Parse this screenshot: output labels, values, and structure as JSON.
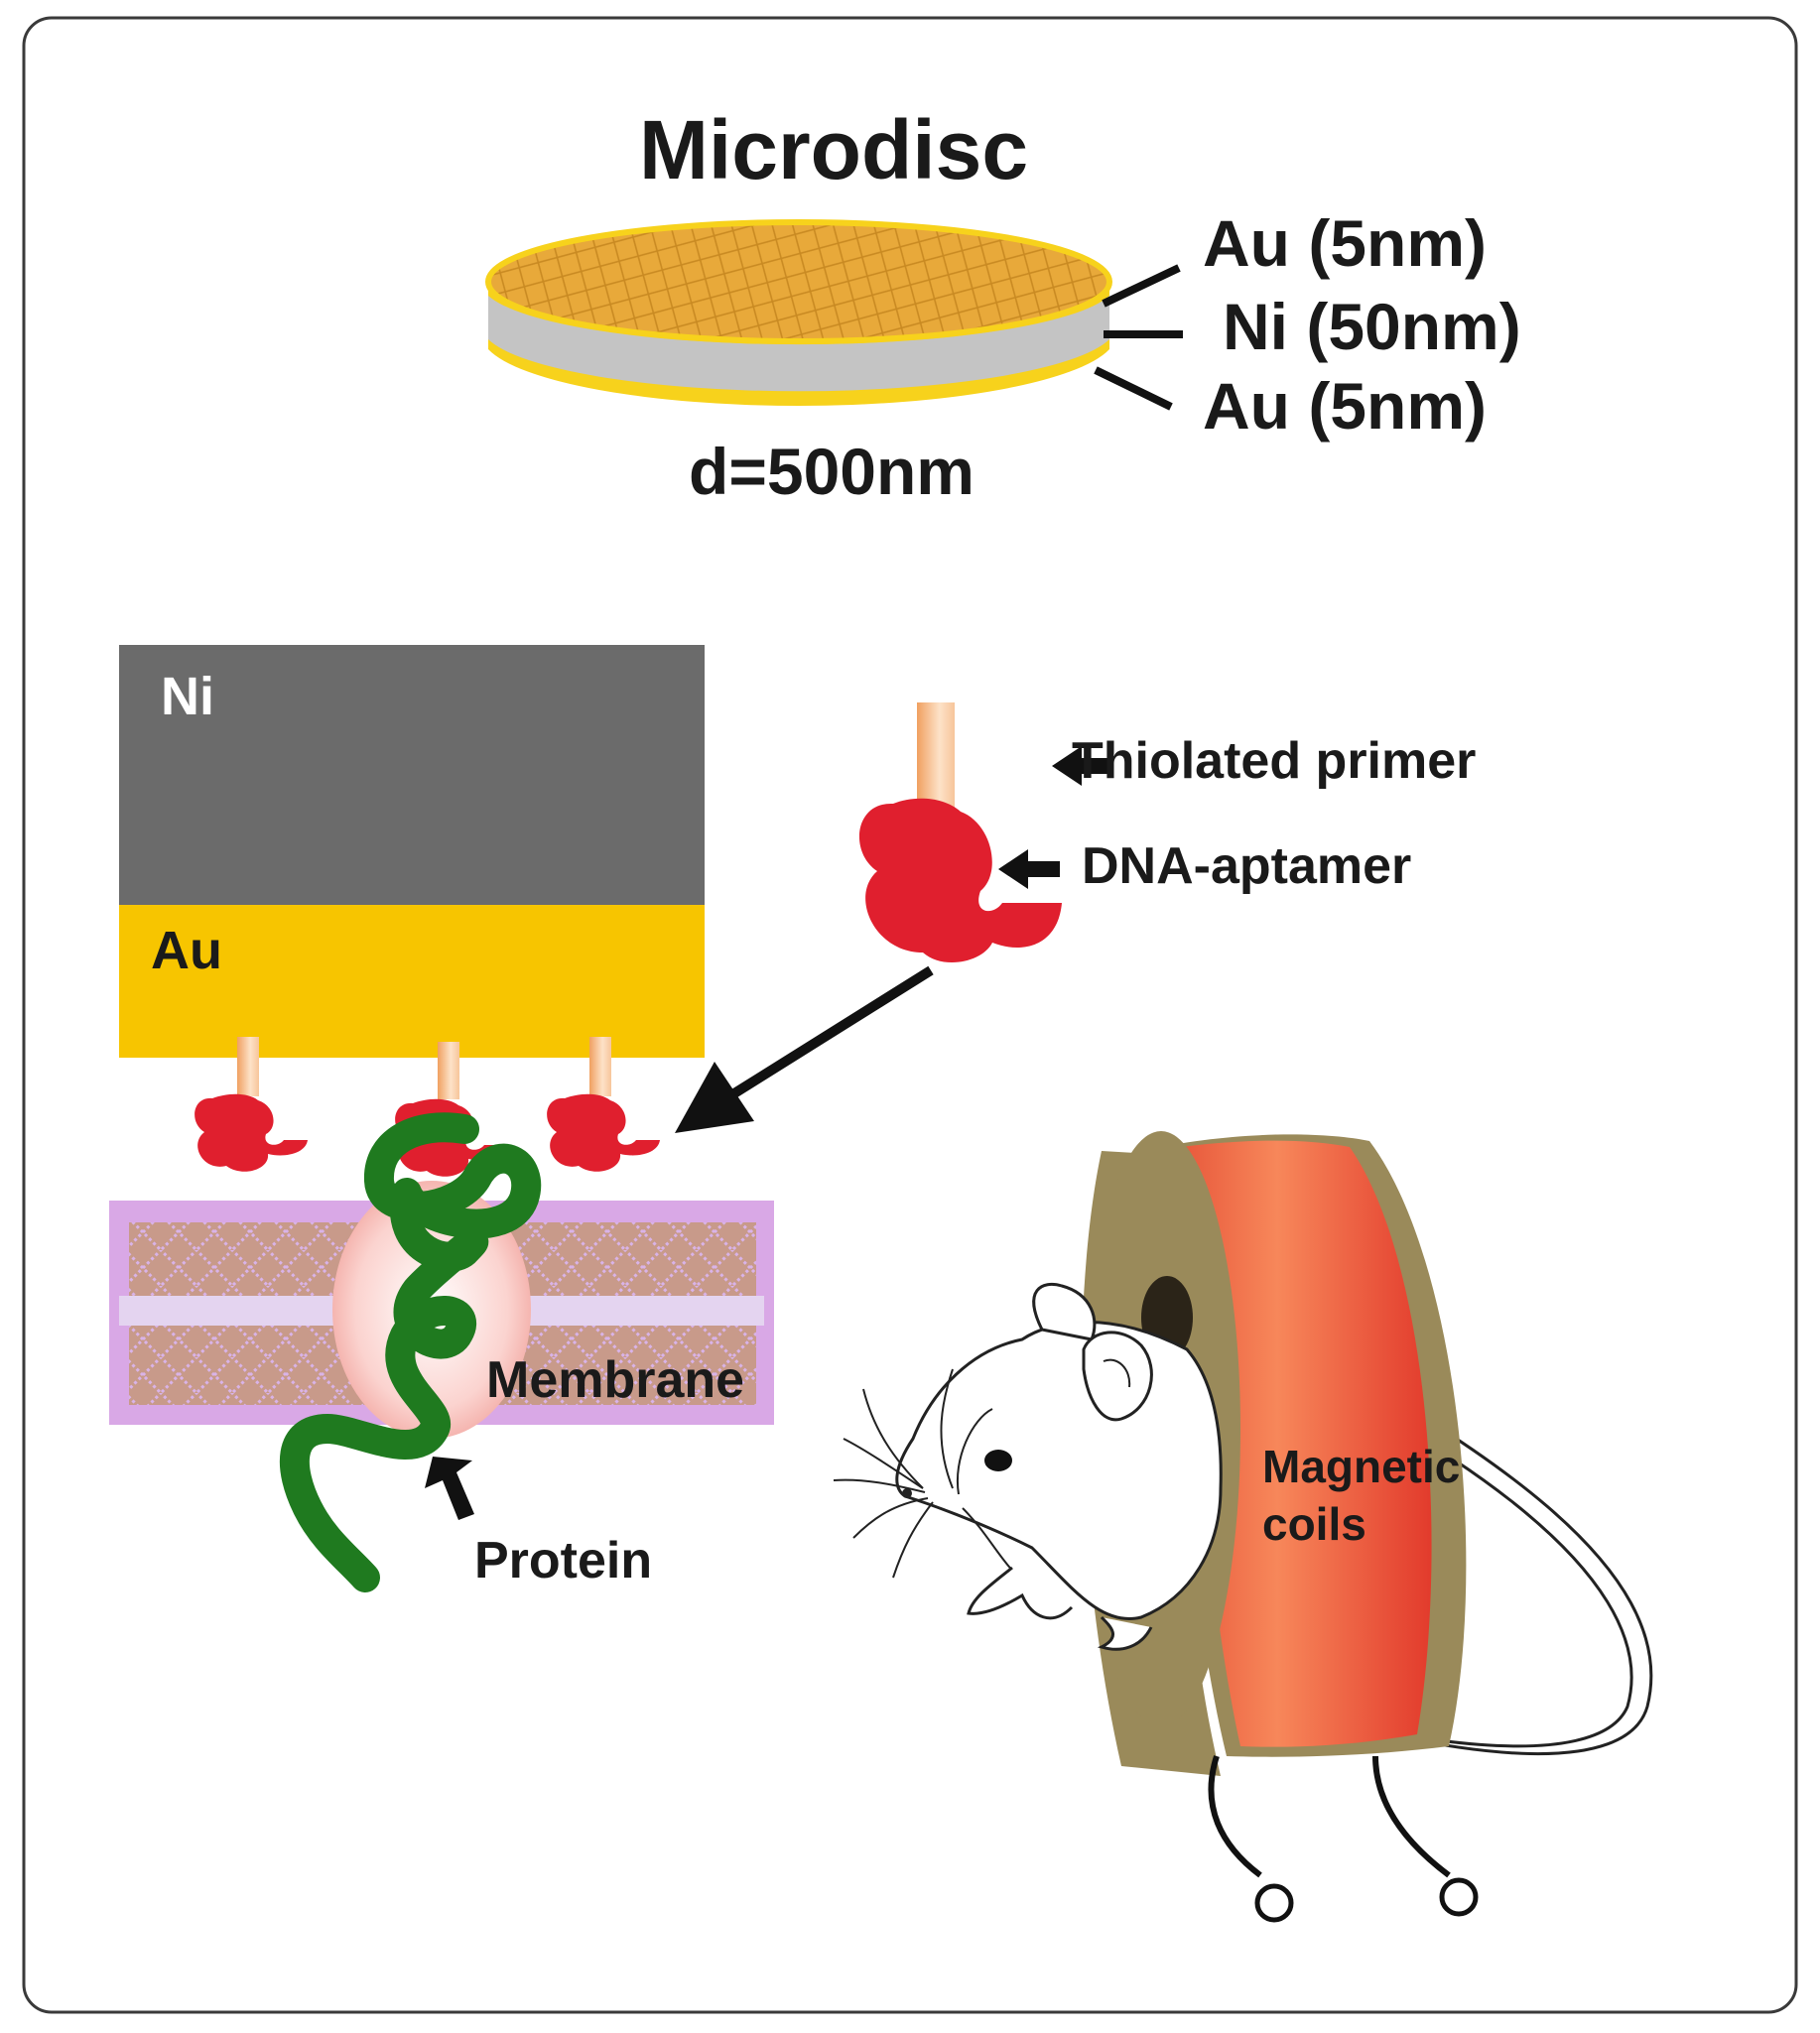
{
  "microdisc": {
    "title": "Microdisc",
    "layers": [
      "Au (5nm)",
      "Ni (50nm)",
      "Au (5nm)"
    ],
    "diameter": "d=500nm"
  },
  "stack": {
    "ni_label": "Ni",
    "au_label": "Au"
  },
  "aptamer": {
    "primer_label": "Thiolated primer",
    "aptamer_label": "DNA-aptamer"
  },
  "membrane": {
    "label": "Membrane"
  },
  "protein": {
    "label": "Protein"
  },
  "coils": {
    "label_line1": "Magnetic",
    "label_line2": "coils"
  },
  "colors": {
    "gold": "#f7c500",
    "disc_top": "#e8a93a",
    "nickel": "#6b6b6b",
    "disc_nickel": "#c4c4c4",
    "aptamer_red": "#e01f2e",
    "primer": "#f5b27a",
    "protein_green": "#1f7a1f",
    "membrane_purple": "#d9a8e6",
    "membrane_core": "#c89a8a",
    "coil_red": "#ee5a3c",
    "coil_rim": "#9a8a5a"
  }
}
